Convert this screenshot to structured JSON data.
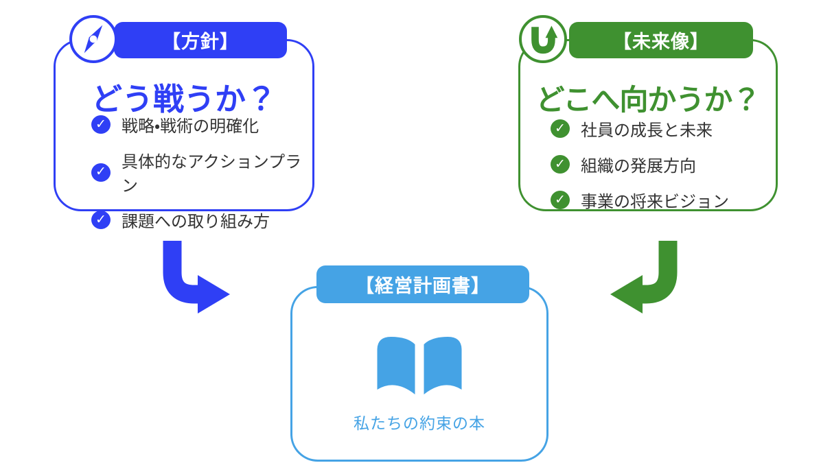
{
  "colors": {
    "blue": "#2f3ff5",
    "green": "#3f9130",
    "light_blue": "#45a3e5",
    "text_dark": "#333333"
  },
  "icons": {
    "check": "✓",
    "policy_badge": "compass-icon",
    "vision_badge": "u-turn-arrow-icon",
    "plan_center": "open-book-icon"
  },
  "cards": {
    "policy": {
      "header": "【方針】",
      "title": "どう戦うか？",
      "items": [
        "戦略・戦術の明確化",
        "具体的なアクションプラン",
        "課題への取り組み方"
      ]
    },
    "vision": {
      "header": "【未来像】",
      "title": "どこへ向かうか？",
      "items": [
        "社員の成長と未来",
        "組織の発展方向",
        "事業の将来ビジョン"
      ]
    },
    "plan": {
      "header": "【経営計画書】",
      "caption": "私たちの約束の本"
    }
  }
}
